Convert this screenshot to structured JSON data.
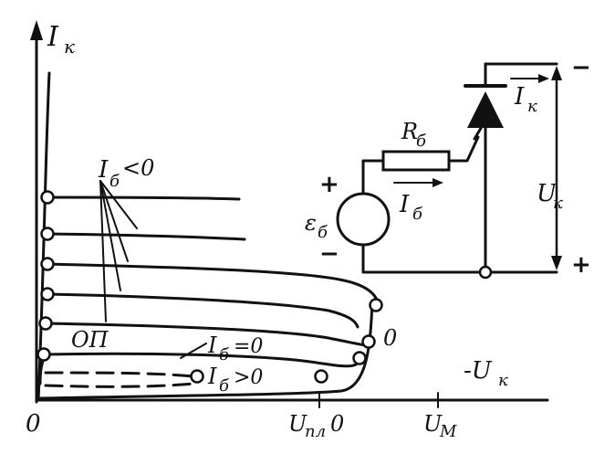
{
  "axes": {
    "y_label": "I",
    "y_label_sub": "к",
    "x_label": "-U",
    "x_label_sub": "к",
    "origin": "0",
    "tick_upp": "U",
    "tick_upp_sub": "пл",
    "tick_upp_zero": "0",
    "tick_um": "U",
    "tick_um_sub": "M"
  },
  "curve_labels": {
    "ib_neg": "I",
    "ib_neg_sub": "б",
    "ib_neg_rel": "<0",
    "ib_zero": "I",
    "ib_zero_sub": "б",
    "ib_zero_rel": "=0",
    "ib_pos": "I",
    "ib_pos_sub": "б",
    "ib_pos_rel": ">0",
    "op": "ОП",
    "zero_mark": "0"
  },
  "circuit": {
    "rb": "R",
    "rb_sub": "б",
    "ib": "I",
    "ib_sub": "б",
    "ik": "I",
    "ik_sub": "к",
    "uk": "U",
    "uk_sub": "к",
    "eb": "ε",
    "eb_sub": "б",
    "plus_left": "+",
    "minus_left": "−",
    "minus_right": "−",
    "plus_right": "+"
  }
}
